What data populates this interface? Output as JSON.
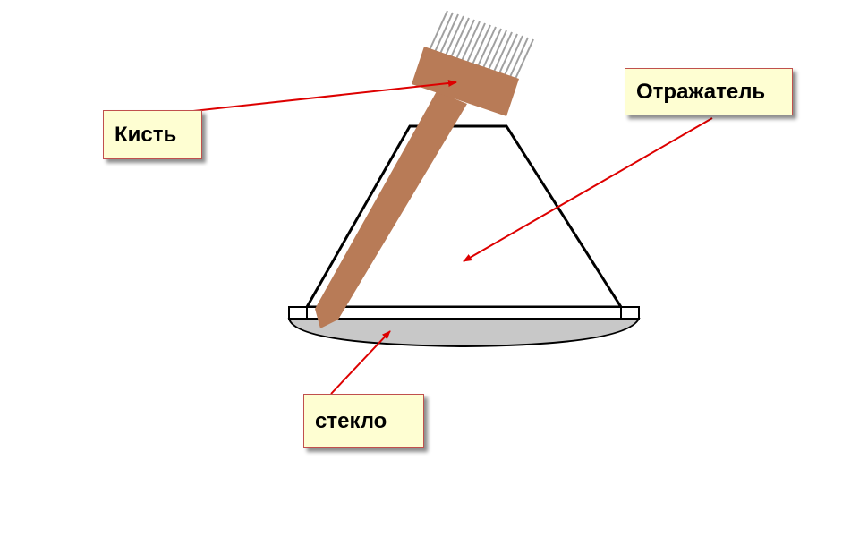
{
  "labels": {
    "brush": "Кисть",
    "reflector": "Отражатель",
    "glass": "стекло"
  },
  "colors": {
    "arrow": "#dd0000",
    "brush_wood": "#b87b57",
    "bristles": "#a0a0a0",
    "glass_fill": "#c8c8c8",
    "outline": "#000000",
    "callout_fill": "#fefed2",
    "callout_border": "#c0504d"
  }
}
